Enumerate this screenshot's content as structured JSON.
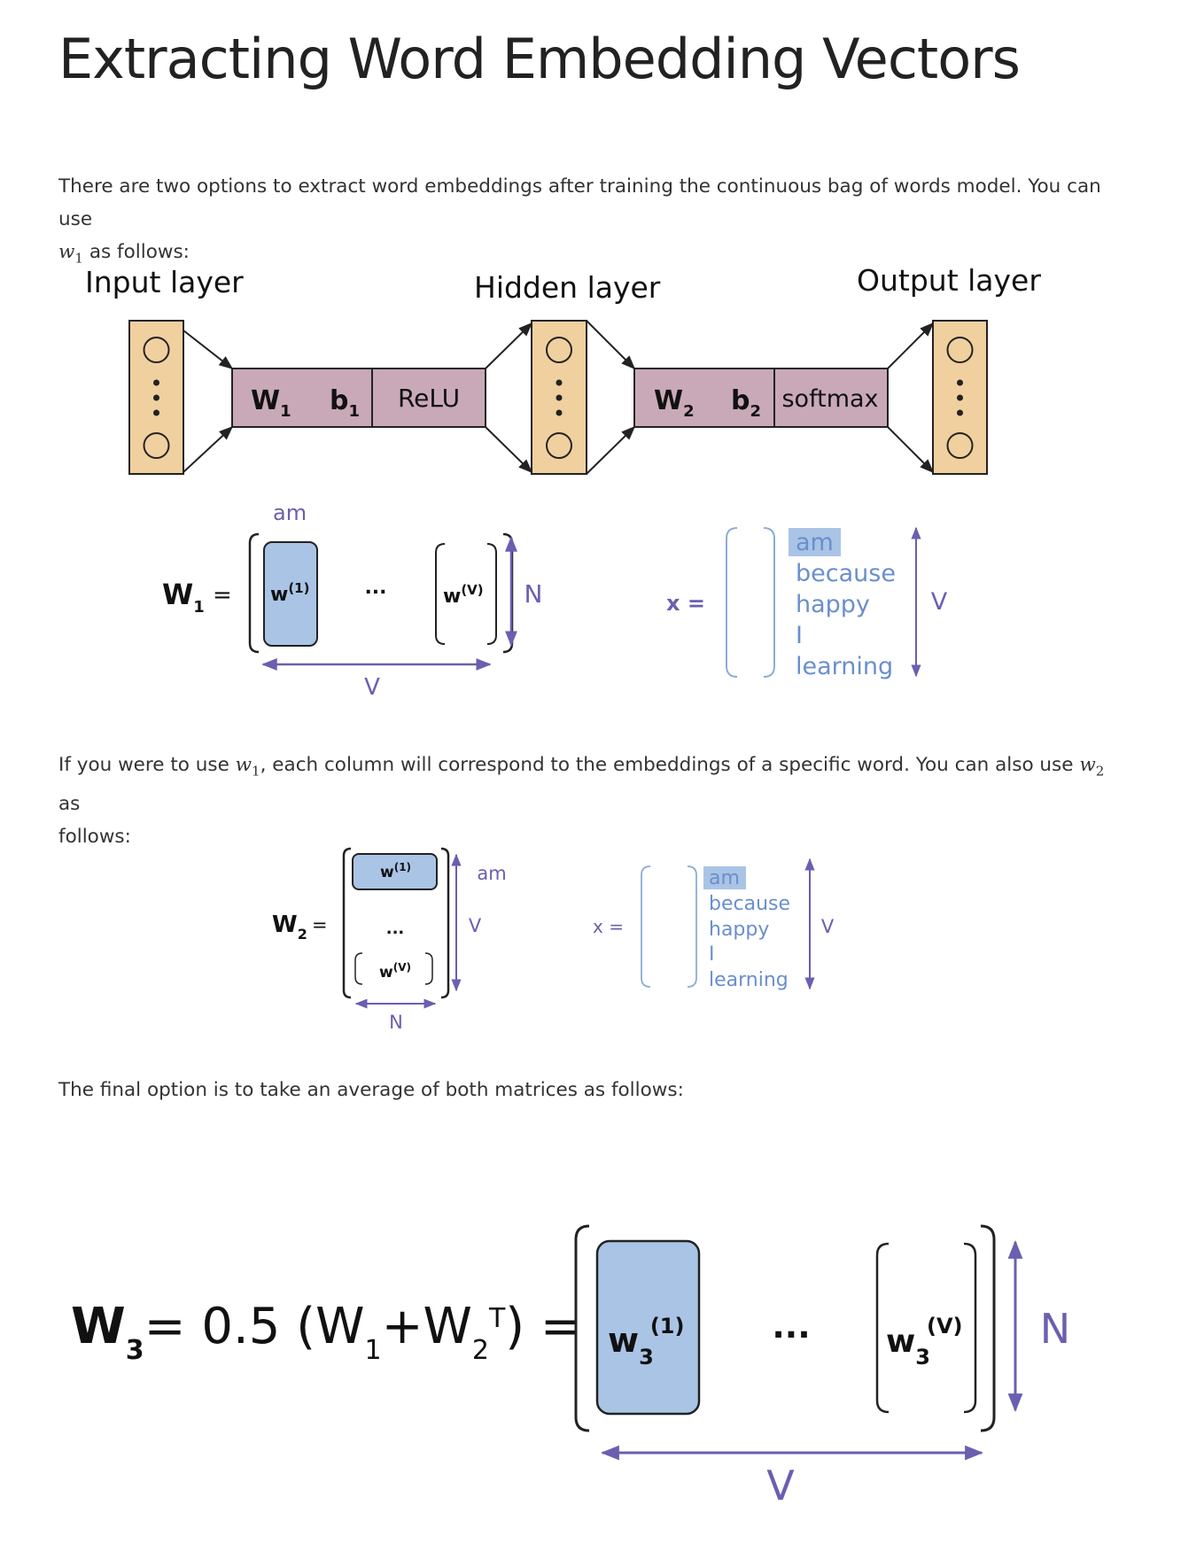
{
  "title": "Extracting Word Embedding Vectors",
  "para1": {
    "text": "There are two options to extract word embeddings after training the continuous bag of words model. You can use",
    "var": "w",
    "sub": "1",
    "after": " as follows:"
  },
  "network": {
    "input_label": "Input layer",
    "hidden_label": "Hidden layer",
    "output_label": "Output layer",
    "w1": "W",
    "w1_sub": "1",
    "b1": "b",
    "b1_sub": "1",
    "relu": "ReLU",
    "w2": "W",
    "w2_sub": "2",
    "b2": "b",
    "b2_sub": "2",
    "softmax": "softmax",
    "ellipsis": "⋮"
  },
  "matrix_w1": {
    "lhs": "W",
    "lhs_sub": "1",
    "eq": "=",
    "col_label": "am",
    "first_col": "w",
    "first_sup": "(1)",
    "dots": "...",
    "last_col": "w",
    "last_sup": "(V)",
    "width_label": "V",
    "height_label": "N"
  },
  "vocab1": {
    "x_label": "x =",
    "words": [
      "am",
      "because",
      "happy",
      "I",
      "learning"
    ],
    "size_label": "V"
  },
  "para2": {
    "text1": "If you were to use ",
    "var1": "w",
    "sub1": "1",
    "text2": ", each column will correspond to the embeddings of a specific word. You can also use ",
    "var2": "w",
    "sub2": "2",
    "text3": " as",
    "line2": "follows:"
  },
  "matrix_w2": {
    "lhs": "W",
    "lhs_sub": "2",
    "eq": "=",
    "first_row": "w",
    "first_sup": "(1)",
    "dots": "...",
    "last_row": "w",
    "last_sup": "(V)",
    "row_label": "am",
    "height_label": "V",
    "width_label": "N"
  },
  "vocab2": {
    "x_label": "x =",
    "words": [
      "am",
      "because",
      "happy",
      "I",
      "learning"
    ],
    "size_label": "V"
  },
  "para3": {
    "text": "The final option is to take an average of both matrices as follows:"
  },
  "matrix_w3": {
    "lhs": "W",
    "lhs_sub": "3",
    "formula_mid": "= 0.5 (W",
    "f_sub1": "1",
    "plus": "+W",
    "f_sub2": "2",
    "f_sup": "T",
    "close": ") =",
    "first_col": "w",
    "first_sub": "3",
    "first_sup": "(1)",
    "dots": "...",
    "last_col": "w",
    "last_sub": "3",
    "last_sup": "(V)",
    "height_label": "N",
    "width_label": "V"
  },
  "colors": {
    "layer_box": "#f0d09e",
    "weight_bar": "#c9a9b8",
    "highlight": "#aac4e6",
    "accent": "#6a5fb0",
    "bracket_blue": "#8cacd6"
  }
}
